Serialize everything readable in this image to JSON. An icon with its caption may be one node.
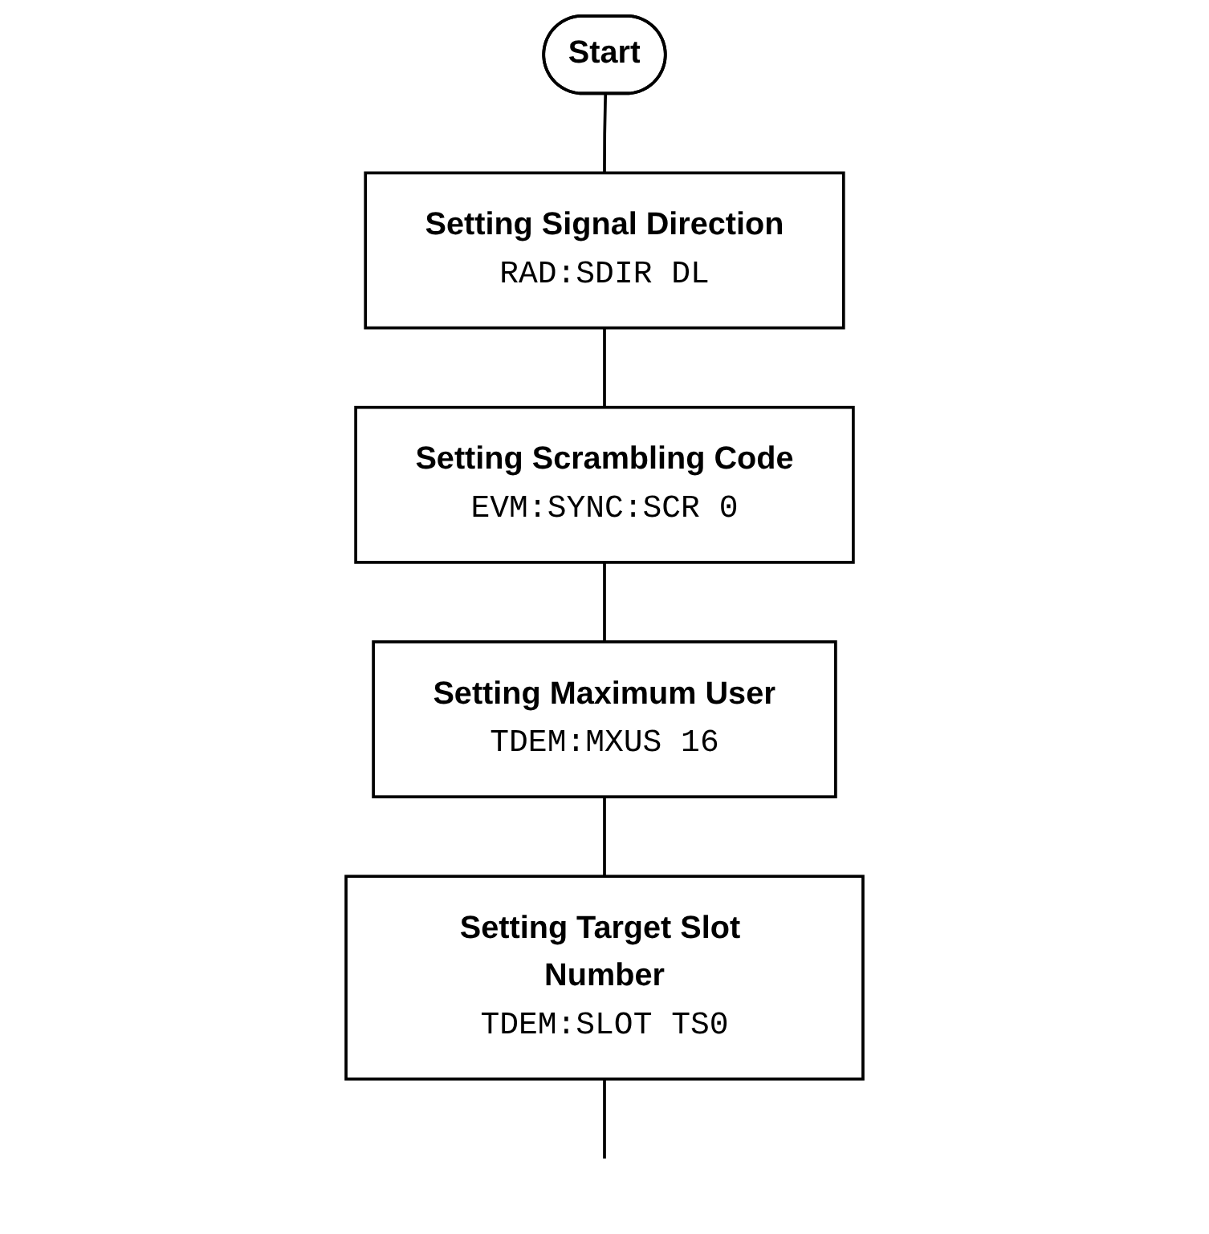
{
  "diagram": {
    "nodes": [
      {
        "text": [
          "Start"
        ]
      },
      {
        "text": [
          "Setting Signal Direction",
          "RAD:SDIR DL"
        ]
      },
      {
        "text": [
          "Setting Scrambling Code",
          "EVM:SYNC:SCR 0"
        ]
      },
      {
        "text": [
          "Setting Maximum User",
          "TDEM:MXUS 16"
        ]
      },
      {
        "text": [
          "Setting Target Slot Number",
          "TDEM:SLOT TS0"
        ]
      }
    ],
    "edges": [
      {
        "from": 0,
        "to": 1,
        "arrow": "none"
      },
      {
        "from": 1,
        "to": 2,
        "arrow": "none"
      },
      {
        "from": 2,
        "to": 3,
        "arrow": "none"
      },
      {
        "from": 3,
        "to": 4,
        "arrow": "none"
      },
      {
        "from": 4,
        "to": null,
        "arrow": "none"
      }
    ]
  }
}
